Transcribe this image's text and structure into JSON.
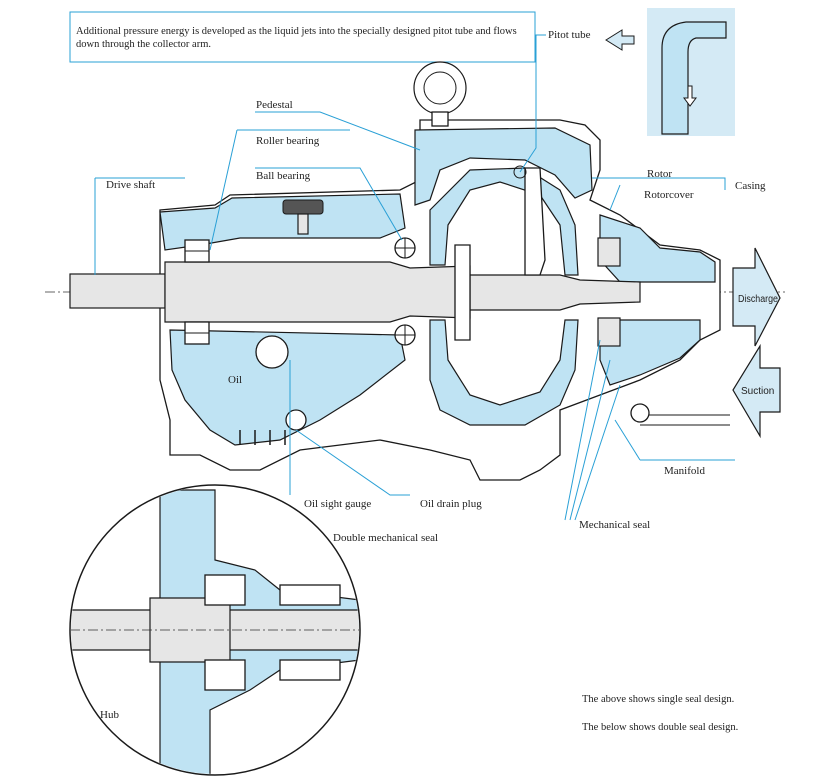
{
  "annotation_note": "Additional pressure energy is developed as the liquid jets into the specially designed pitot tube and flows down through the collector arm.",
  "labels": {
    "pitot_tube": "Pitot tube",
    "pedestal": "Pedestal",
    "roller_bearing": "Roller bearing",
    "ball_bearing": "Ball bearing",
    "drive_shaft": "Drive shaft",
    "rotor": "Rotor",
    "rotorcover": "Rotorcover",
    "casing": "Casing",
    "discharge": "Discharge",
    "suction": "Suction",
    "oil": "Oil",
    "oil_sight_gauge": "Oil sight gauge",
    "oil_drain_plug": "Oil drain plug",
    "manifold": "Manifold",
    "mechanical_seal": "Mechanical seal",
    "double_mechanical_seal": "Double mechanical seal",
    "hub": "Hub"
  },
  "captions": {
    "single_seal": "The above shows single seal design.",
    "double_seal": "The below shows double seal design."
  },
  "colors": {
    "fluid": "#bfe3f3",
    "leader": "#2aa0d6",
    "outline": "#1a1a1a"
  }
}
